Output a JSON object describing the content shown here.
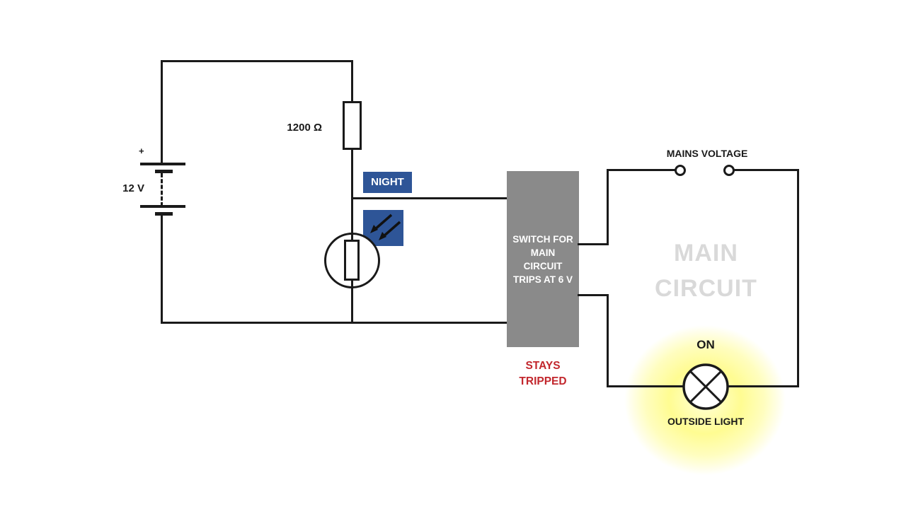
{
  "colors": {
    "wire": "#1A1A1A",
    "accent_blue": "#2E5597",
    "box_gray": "#8A8A8A",
    "status_red": "#C2272D",
    "watermark_gray": "#D9D9D9",
    "glow_yellow": "#FFFC8C"
  },
  "battery": {
    "polarity": "+",
    "voltage": "12 V"
  },
  "resistor": {
    "value": "1200 Ω"
  },
  "ldr": {
    "condition": "NIGHT"
  },
  "switch_box": {
    "lines": [
      "SWITCH FOR",
      "MAIN",
      "CIRCUIT",
      "TRIPS AT 6 V"
    ],
    "status": [
      "STAYS",
      "TRIPPED"
    ]
  },
  "mains": {
    "label": "MAINS VOLTAGE"
  },
  "watermark": {
    "lines": [
      "MAIN",
      "CIRCUIT"
    ]
  },
  "lamp": {
    "state": "ON",
    "label": "OUTSIDE LIGHT"
  }
}
